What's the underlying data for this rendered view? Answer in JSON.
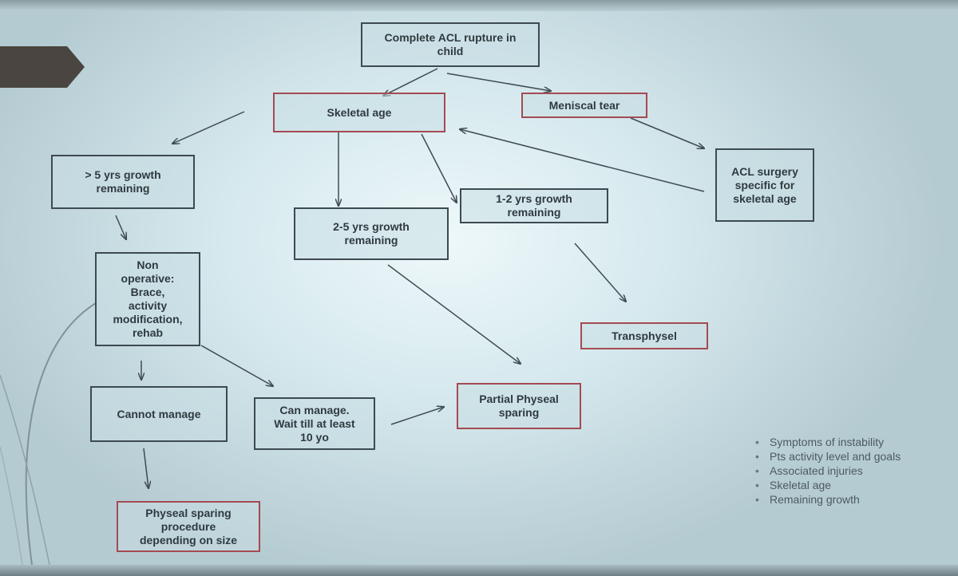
{
  "nodes": {
    "root": "Complete ACL rupture in\nchild",
    "skeletal_age": "Skeletal age",
    "meniscal_tear": "Meniscal tear",
    "acl_surgery": "ACL surgery\nspecific for\nskeletal age",
    "growth_5plus": "> 5 yrs growth\nremaining",
    "growth_2_5": "2-5 yrs growth\nremaining",
    "growth_1_2": "1-2 yrs growth\nremaining",
    "non_operative": "Non\noperative:\nBrace,\nactivity\nmodification,\nrehab",
    "transphyseal": "Transphysel",
    "cannot_manage": "Cannot manage",
    "can_manage": "Can manage.\nWait till at least\n10 yo",
    "partial_physeal": "Partial Physeal\nsparing",
    "physeal_sparing": "Physeal sparing\nprocedure\ndepending on size"
  },
  "considerations": [
    "Symptoms of instability",
    "Pts activity level and goals",
    "Associated injuries",
    "Skeletal age",
    "Remaining growth"
  ],
  "colors": {
    "box_border": "#3d4a50",
    "highlight_border": "#a44a52",
    "arrow": "#3f4c52",
    "slide_tab": "#4a4540"
  }
}
